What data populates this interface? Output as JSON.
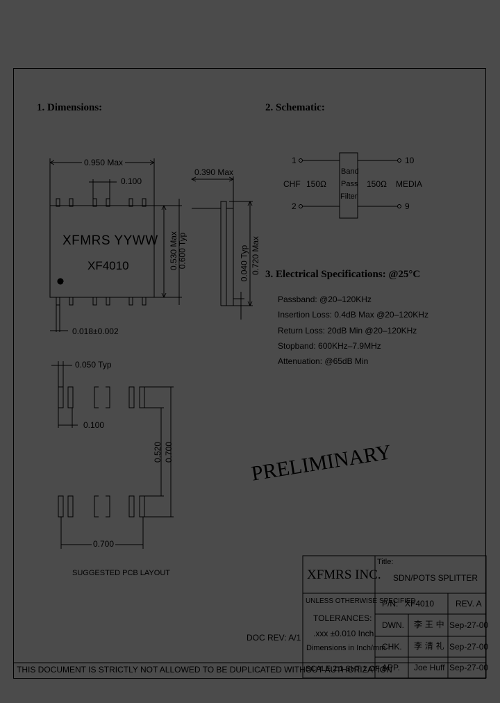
{
  "sections": {
    "dimensions": "1. Dimensions:",
    "schematic": "2. Schematic:",
    "electrical": "3. Electrical   Specifications: @25°C"
  },
  "package": {
    "width_label": "0.950 Max",
    "pitch_label": "0.100",
    "height_label": "0.390 Max",
    "body_marking_line1": "XFMRS  YYWW",
    "body_marking_line2": "XF4010",
    "side_label_max": "0.530 Max",
    "side_label_typ": "0.600 Typ",
    "lead_label_typ": "0.040 Typ",
    "lead_label_max": "0.720 Max",
    "lead_width_label": "0.018±0.002"
  },
  "pcb": {
    "pad_width_label": "0.050 Typ",
    "pad_pitch_label": "0.100",
    "inner_span_label": "0.520",
    "outer_span_label": "0.700",
    "row_span_label": "0.700",
    "caption": "SUGGESTED PCB LAYOUT"
  },
  "schematic": {
    "pin1": "1",
    "pin2": "2",
    "pin10": "10",
    "pin9": "9",
    "left_label": "CHF",
    "left_impedance": "150Ω",
    "right_impedance": "150Ω",
    "right_label": "MEDIA",
    "filter_line1": "Band",
    "filter_line2": "Pass",
    "filter_line3": "Filter"
  },
  "specs": [
    "Passband: @20–120KHz",
    "Insertion Loss: 0.4dB Max @20–120KHz",
    "Return Loss: 20dB Min @20–120KHz",
    "Stopband: 600KHz–7.9MHz",
    "Attenuation: @65dB Min"
  ],
  "watermark": "PRELIMINARY",
  "doc_rev": "DOC  REV: A/1",
  "footer_notice": "THIS DOCUMENT IS STRICTLY NOT ALLOWED TO BE DUPLICATED WITHOUT AUTHORIZATION",
  "title_block": {
    "company": "XFMRS INC.",
    "title_label": "Title:",
    "title": "SDN/POTS SPLITTER",
    "unless": "UNLESS OTHERWISE SPECIFIED",
    "tolerances": "TOLERANCES:",
    "tol_value": ".xxx  ±0.010 Inch",
    "dims_unit": "Dimensions in Inch/mm",
    "scale": "SCALE 2:1   SHT 1 OF 1",
    "pn_label": "P/N:",
    "pn": "XF4010",
    "rev": "REV. A",
    "dwn_label": "DWN.",
    "dwn_sig": "李 王 中",
    "dwn_date": "Sep-27-00",
    "chk_label": "CHK.",
    "chk_sig": "李 清 礼",
    "chk_date": "Sep-27-00",
    "app_label": "APP.",
    "app_sig": "Joe Huff",
    "app_date": "Sep-27-00"
  }
}
